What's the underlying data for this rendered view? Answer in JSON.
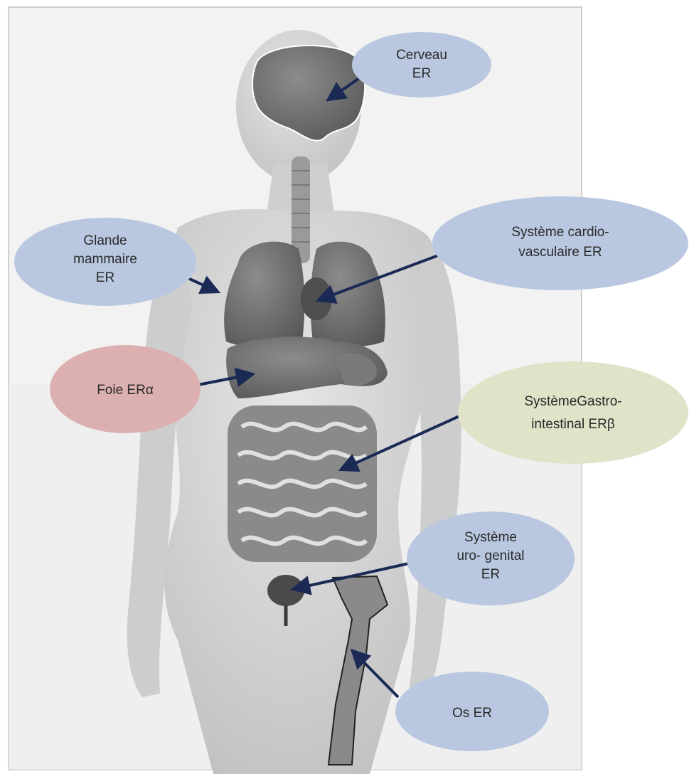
{
  "labels": {
    "cerveau": {
      "lines": [
        "Cerveau",
        "ER"
      ],
      "color": "#b9c8e0"
    },
    "glande": {
      "lines": [
        "Glande",
        "mammaire",
        "ER"
      ],
      "color": "#b9c8e0"
    },
    "cardio": {
      "lines": [
        "Système cardio-",
        "vasculaire ER"
      ],
      "color": "#b9c8e0"
    },
    "foie": {
      "lines": [
        "Foie ERα"
      ],
      "color": "#dcb0b0"
    },
    "gastro": {
      "lines": [
        "SystèmeGastro-",
        "intestinal ERβ"
      ],
      "color": "#dfe3c8"
    },
    "uro": {
      "lines": [
        "Système",
        "uro- genital",
        "ER"
      ],
      "color": "#b9c8e0"
    },
    "os": {
      "lines": [
        "Os ER"
      ],
      "color": "#b9c8e0"
    }
  },
  "colors": {
    "arrow": "#1b2a55",
    "skin": "#d6d6d6",
    "organ": "#6e6e6e",
    "background": "#f3f3f3"
  }
}
